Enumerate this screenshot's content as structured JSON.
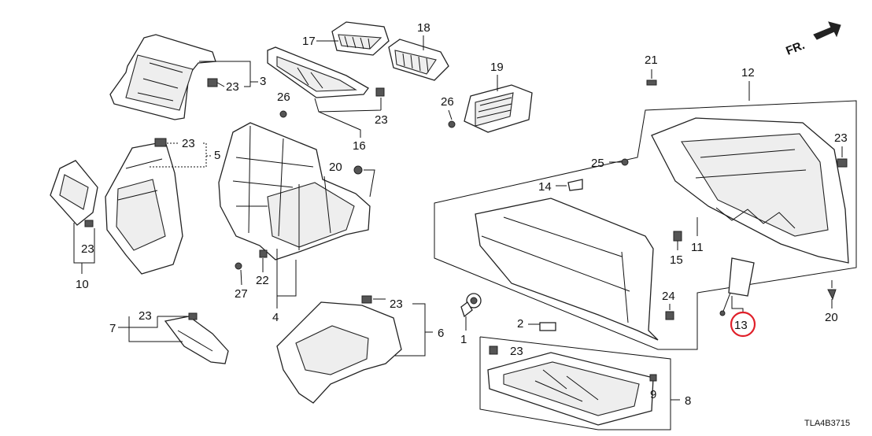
{
  "diagram": {
    "code": "TLA4B3715",
    "front_marker": "FR.",
    "highlight_color": "#e0202a",
    "highlighted_part": "13",
    "labels": {
      "p1": "1",
      "p2": "2",
      "p3": "3",
      "p4": "4",
      "p5": "5",
      "p6": "6",
      "p7": "7",
      "p8": "8",
      "p9": "9",
      "p10": "10",
      "p11": "11",
      "p12": "12",
      "p13": "13",
      "p14": "14",
      "p15": "15",
      "p16": "16",
      "p17": "17",
      "p18": "18",
      "p19": "19",
      "p20a": "20",
      "p20b": "20",
      "p21": "21",
      "p22": "22",
      "p23a": "23",
      "p23b": "23",
      "p23c": "23",
      "p23d": "23",
      "p23e": "23",
      "p23f": "23",
      "p23g": "23",
      "p23h": "23",
      "p24": "24",
      "p25": "25",
      "p26a": "26",
      "p26b": "26",
      "p27": "27"
    }
  }
}
